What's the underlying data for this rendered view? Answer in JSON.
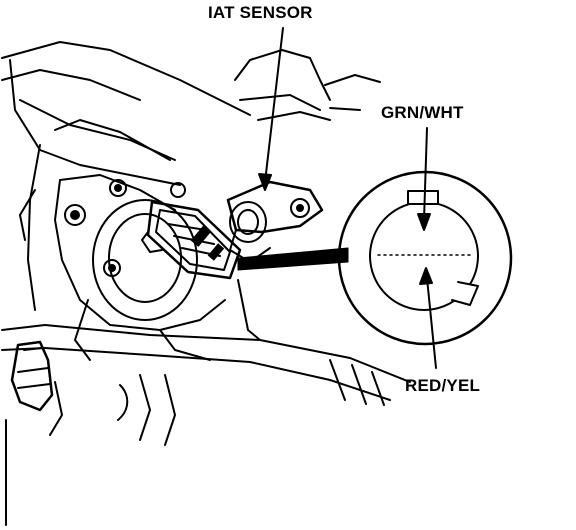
{
  "labels": {
    "iat_sensor": "IAT SENSOR",
    "grn_wht": "GRN/WHT",
    "red_yel": "RED/YEL"
  },
  "colors": {
    "ink": "#000000",
    "paper": "#ffffff"
  }
}
